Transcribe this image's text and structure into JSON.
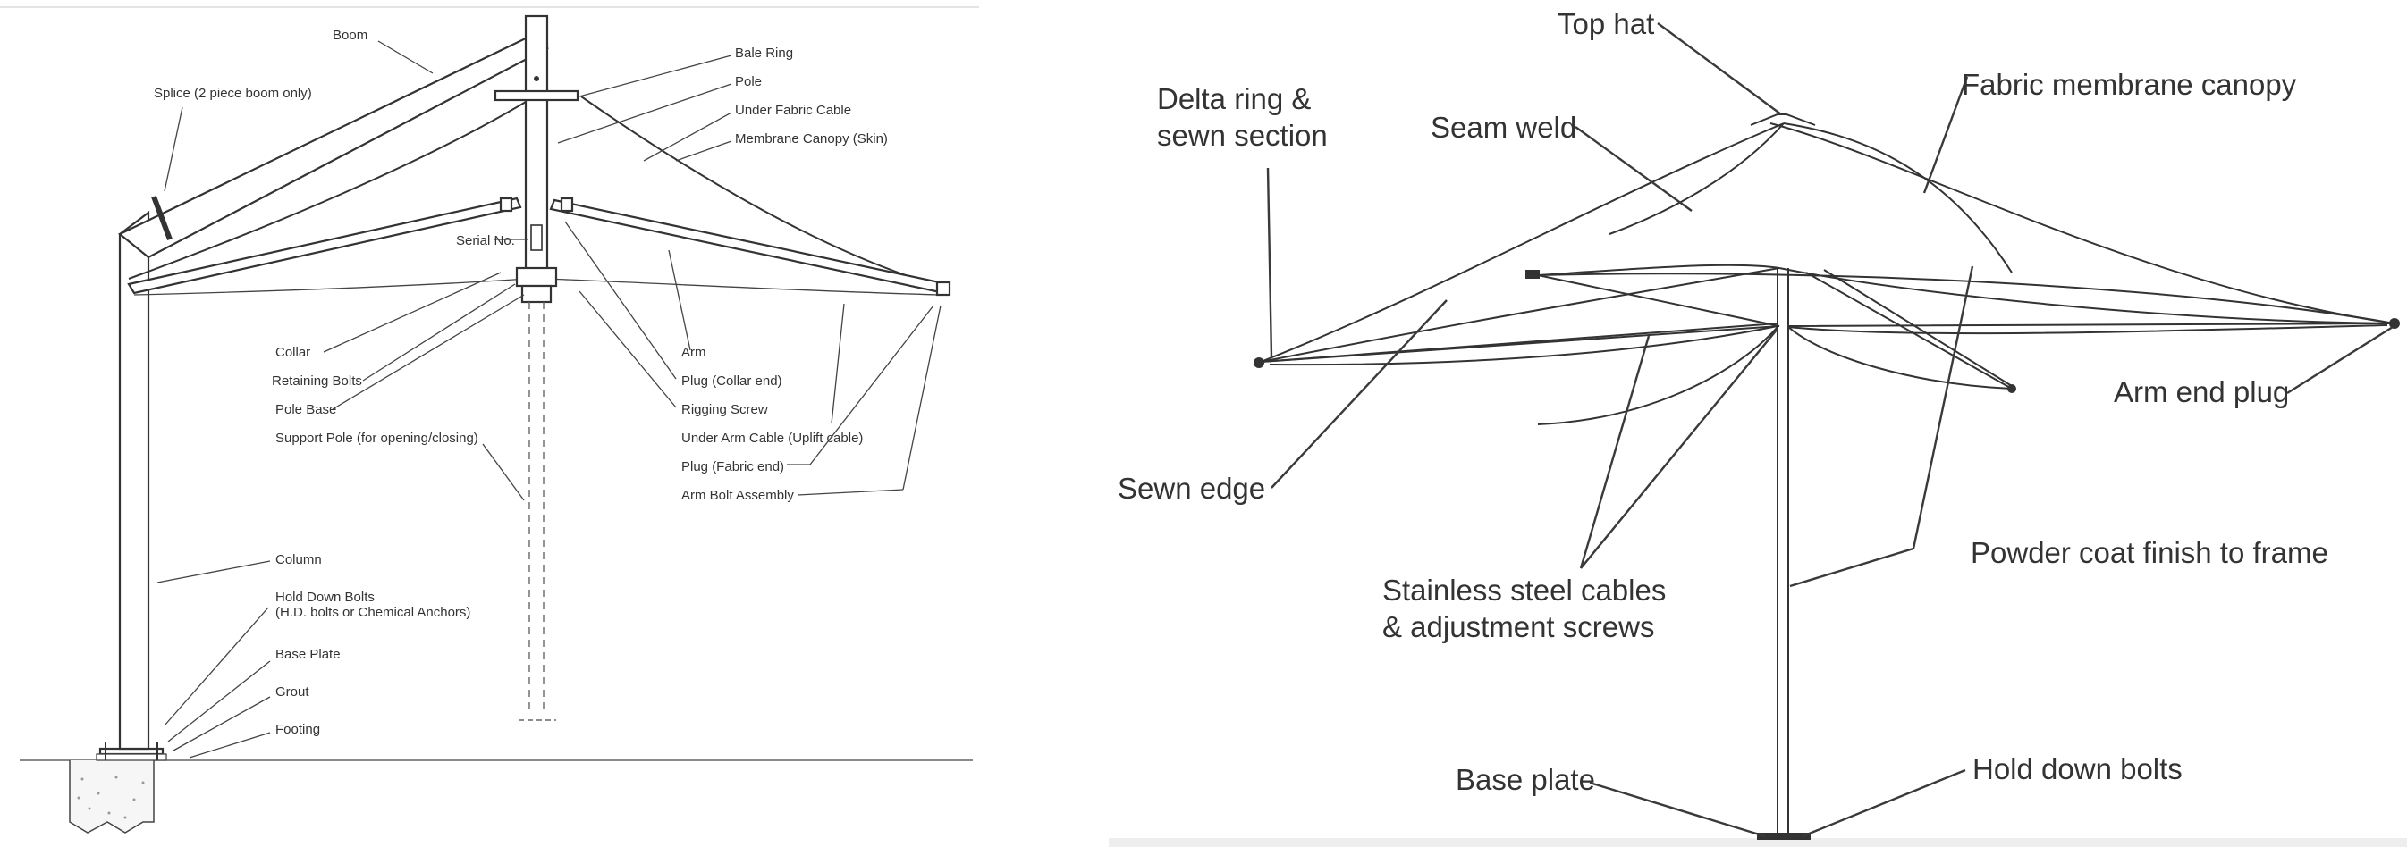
{
  "left_diagram": {
    "labels": {
      "boom": "Boom",
      "splice": "Splice (2 piece boom only)",
      "bale_ring": "Bale Ring",
      "pole": "Pole",
      "under_fabric_cable": "Under Fabric Cable",
      "membrane_canopy": "Membrane Canopy (Skin)",
      "serial_no": "Serial No.",
      "collar": "Collar",
      "retaining_bolts": "Retaining Bolts",
      "pole_base": "Pole Base",
      "support_pole": "Support Pole (for opening/closing)",
      "arm": "Arm",
      "plug_collar_end": "Plug (Collar end)",
      "rigging_screw": "Rigging Screw",
      "under_arm_cable": "Under Arm Cable (Uplift cable)",
      "plug_fabric_end": "Plug (Fabric end)",
      "arm_bolt_assembly": "Arm Bolt Assembly",
      "column": "Column",
      "hold_down_bolts": "Hold Down Bolts\n(H.D. bolts or Chemical Anchors)",
      "base_plate": "Base Plate",
      "grout": "Grout",
      "footing": "Footing"
    }
  },
  "right_diagram": {
    "labels": {
      "top_hat": "Top hat",
      "delta_ring": "Delta ring &\nsewn section",
      "seam_weld": "Seam weld",
      "fabric_canopy": "Fabric membrane canopy",
      "arm_end_plug": "Arm end plug",
      "sewn_edge": "Sewn edge",
      "powder_coat": "Powder coat finish to frame",
      "stainless_cables": "Stainless steel cables\n& adjustment screws",
      "base_plate": "Base plate",
      "hold_down_bolts": "Hold down bolts"
    }
  }
}
